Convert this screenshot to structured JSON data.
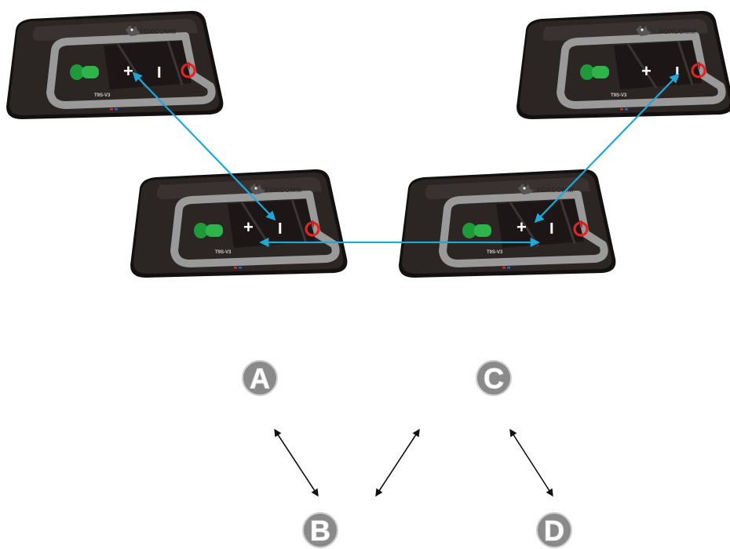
{
  "diagram": {
    "brand": "FOXCOMM",
    "model": "T9S-V3",
    "colors": {
      "link_arrow": "#1ea8d8",
      "pair_arrow": "#111111",
      "device_body": "#2b2523",
      "device_bezel": "#9a9a9a",
      "talk_button": "#1f9a3a",
      "power_button": "#e02424",
      "node_circle": "#8a8a8a"
    },
    "devices": [
      {
        "id": "A",
        "plus": "+",
        "minus": "I"
      },
      {
        "id": "B",
        "plus": "+",
        "minus": "I"
      },
      {
        "id": "C",
        "plus": "+",
        "minus": "I"
      },
      {
        "id": "D",
        "plus": "+",
        "minus": "I"
      }
    ],
    "nodes": [
      {
        "label": "A"
      },
      {
        "label": "B"
      },
      {
        "label": "C"
      },
      {
        "label": "D"
      }
    ],
    "links": [
      {
        "from": "A",
        "to": "B",
        "style": "bidirectional"
      },
      {
        "from": "B",
        "to": "C",
        "style": "bidirectional"
      },
      {
        "from": "C",
        "to": "D",
        "style": "bidirectional"
      }
    ]
  }
}
